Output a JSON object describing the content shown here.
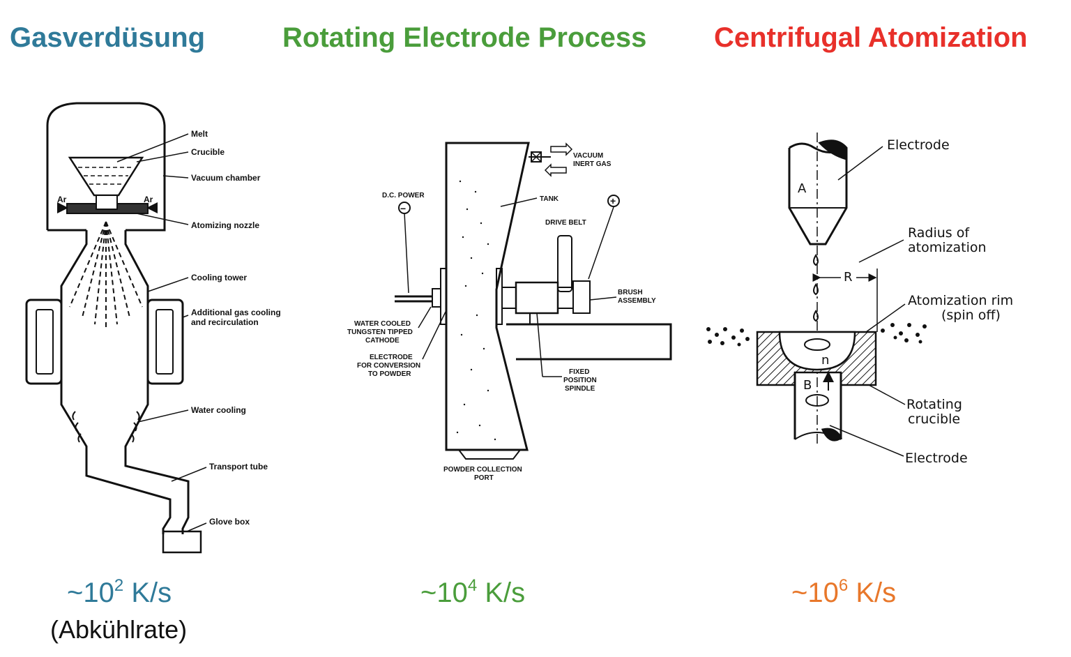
{
  "titles": {
    "gas": "Gasverdüsung",
    "rep": "Rotating Electrode Process",
    "ca": "Centrifugal Atomization"
  },
  "rates": {
    "gas": {
      "prefix": "~10",
      "exp": "2",
      "unit": " K/s",
      "note": "(Abkühlrate)"
    },
    "rep": {
      "prefix": "~10",
      "exp": "4",
      "unit": " K/s"
    },
    "ca": {
      "prefix": "~10",
      "exp": "6",
      "unit": " K/s"
    }
  },
  "gas_labels": {
    "melt": "Melt",
    "crucible": "Crucible",
    "vacuum_chamber": "Vacuum chamber",
    "atomizing_nozzle": "Atomizing nozzle",
    "cooling_tower": "Cooling tower",
    "gas_cooling_1": "Additional gas cooling",
    "gas_cooling_2": "and recirculation",
    "water_cooling": "Water cooling",
    "transport_tube": "Transport tube",
    "glove_box": "Glove box",
    "ar_left": "Ar",
    "ar_right": "Ar"
  },
  "rep_labels": {
    "vacuum": "VACUUM",
    "inert_gas": "INERT GAS",
    "dc_power": "D.C. POWER",
    "tank": "TANK",
    "drive_belt": "DRIVE BELT",
    "brush_1": "BRUSH",
    "brush_2": "ASSEMBLY",
    "cathode_1": "WATER COOLED",
    "cathode_2": "TUNGSTEN TIPPED",
    "cathode_3": "CATHODE",
    "electrode_1": "ELECTRODE",
    "electrode_2": "FOR CONVERSION",
    "electrode_3": "TO POWDER",
    "spindle_1": "FIXED",
    "spindle_2": "POSITION",
    "spindle_3": "SPINDLE",
    "port_1": "POWDER COLLECTION",
    "port_2": "PORT",
    "minus": "−",
    "plus": "+"
  },
  "ca_labels": {
    "electrode_top": "Electrode",
    "radius_1": "Radius of",
    "radius_2": "atomization",
    "rim_1": "Atomization rim",
    "rim_2": "(spin off)",
    "crucible_1": "Rotating",
    "crucible_2": "crucible",
    "electrode_bottom": "Electrode",
    "a": "A",
    "b": "B",
    "r": "R",
    "n": "n"
  }
}
